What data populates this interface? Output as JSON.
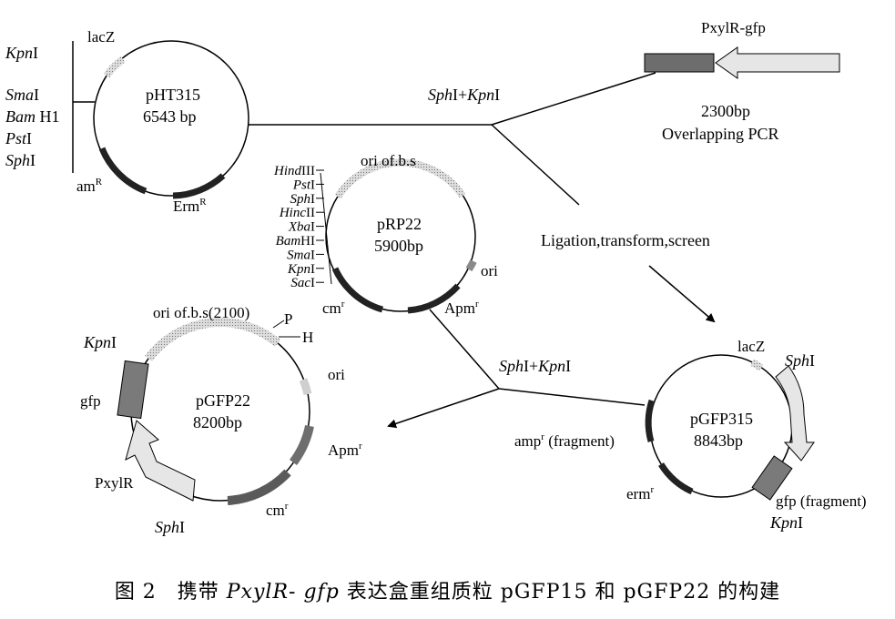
{
  "colors": {
    "line": "#000000",
    "dark_segment": "#2a2a2a",
    "gray_segment": "#7a7a7a",
    "light_segment": "#c8c8c8",
    "background": "#ffffff"
  },
  "pht315": {
    "name": "pHT315",
    "size": "6543 bp",
    "lacz": "lacZ",
    "amp": "am",
    "amp_sup": "R",
    "erm": "Erm",
    "erm_sup": "R",
    "sites": {
      "kpn_it": "Kpn",
      "kpn_rest": "I",
      "sma_it": "Sma",
      "sma_rest": "I",
      "bam_it": "Bam",
      "bam_rest": " H1",
      "pst_it": "Pst",
      "pst_rest": "I",
      "sph_it": "Sph",
      "sph_rest": "I"
    }
  },
  "pcr": {
    "label": "PxylR-gfp",
    "size": "2300bp",
    "method": "Overlapping PCR"
  },
  "digest1": {
    "sph_it": "Sph",
    "sph_rest": "I+",
    "kpn_it": "Kpn",
    "kpn_rest": "I"
  },
  "ligation": "Ligation,transform,screen",
  "prp22": {
    "name": "pRP22",
    "size": "5900bp",
    "ori_bs": "ori of.b.s",
    "ori": "ori",
    "cm": "cm",
    "cm_sup": "r",
    "apm": "Apm",
    "apm_sup": "r",
    "mcs": [
      {
        "it": "Hind",
        "rest": "III"
      },
      {
        "it": "Pst",
        "rest": "I"
      },
      {
        "it": "Sph",
        "rest": "I"
      },
      {
        "it": "Hinc",
        "rest": "II"
      },
      {
        "it": "Xba",
        "rest": "I"
      },
      {
        "it": "Bam",
        "rest": "HI"
      },
      {
        "it": "Sma",
        "rest": "I"
      },
      {
        "it": "Kpn",
        "rest": "I"
      },
      {
        "it": "Sac",
        "rest": "I"
      }
    ]
  },
  "digest2": {
    "sph_it": "Sph",
    "sph_rest": "I+",
    "kpn_it": "Kpn",
    "kpn_rest": "I"
  },
  "pgfp22": {
    "name": "pGFP22",
    "size": "8200bp",
    "ori_bs": "ori of.b.s(2100)",
    "p": "P",
    "h": "H",
    "ori": "ori",
    "apm": "Apm",
    "apm_sup": "r",
    "cm": "cm",
    "cm_sup": "r",
    "gfp": "gfp",
    "pxylr": "PxylR",
    "kpn_it": "Kpn",
    "kpn_rest": "I",
    "sph_it": "Sph",
    "sph_rest": "I"
  },
  "pgfp315": {
    "name": "pGFP315",
    "size": "8843bp",
    "lacz": "lacZ",
    "amp": "amp",
    "amp_sup": "r",
    "amp_note": " (fragment)",
    "erm": "erm",
    "erm_sup": "r",
    "gfp": "gfp (fragment)",
    "sph_it": "Sph",
    "sph_rest": "I",
    "kpn_it": "Kpn",
    "kpn_rest": "I"
  },
  "caption": {
    "prefix": "图 2　携带 ",
    "gene": "PxylR- gfp",
    "suffix": " 表达盒重组质粒 pGFP15 和 pGFP22 的构建"
  }
}
